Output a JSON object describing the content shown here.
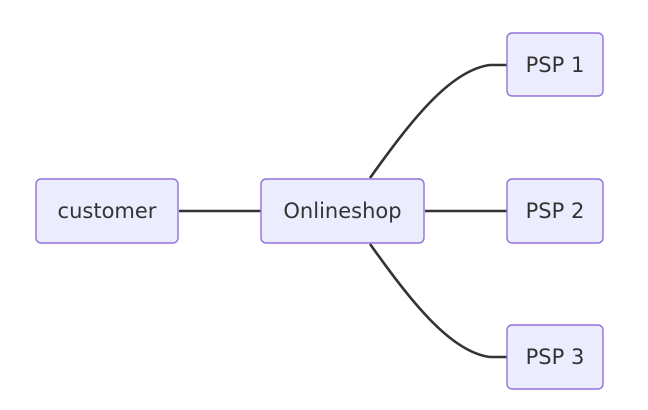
{
  "diagram": {
    "type": "flowchart",
    "direction": "left-to-right",
    "colors": {
      "node_fill": "#ececff",
      "node_border": "#9370db",
      "edge": "#333333",
      "text": "#333333"
    },
    "nodes": [
      {
        "id": "customer",
        "label": "customer"
      },
      {
        "id": "onlineshop",
        "label": "Onlineshop"
      },
      {
        "id": "psp1",
        "label": "PSP 1"
      },
      {
        "id": "psp2",
        "label": "PSP 2"
      },
      {
        "id": "psp3",
        "label": "PSP 3"
      }
    ],
    "edges": [
      {
        "from": "customer",
        "to": "onlineshop"
      },
      {
        "from": "onlineshop",
        "to": "psp1"
      },
      {
        "from": "onlineshop",
        "to": "psp2"
      },
      {
        "from": "onlineshop",
        "to": "psp3"
      }
    ]
  }
}
